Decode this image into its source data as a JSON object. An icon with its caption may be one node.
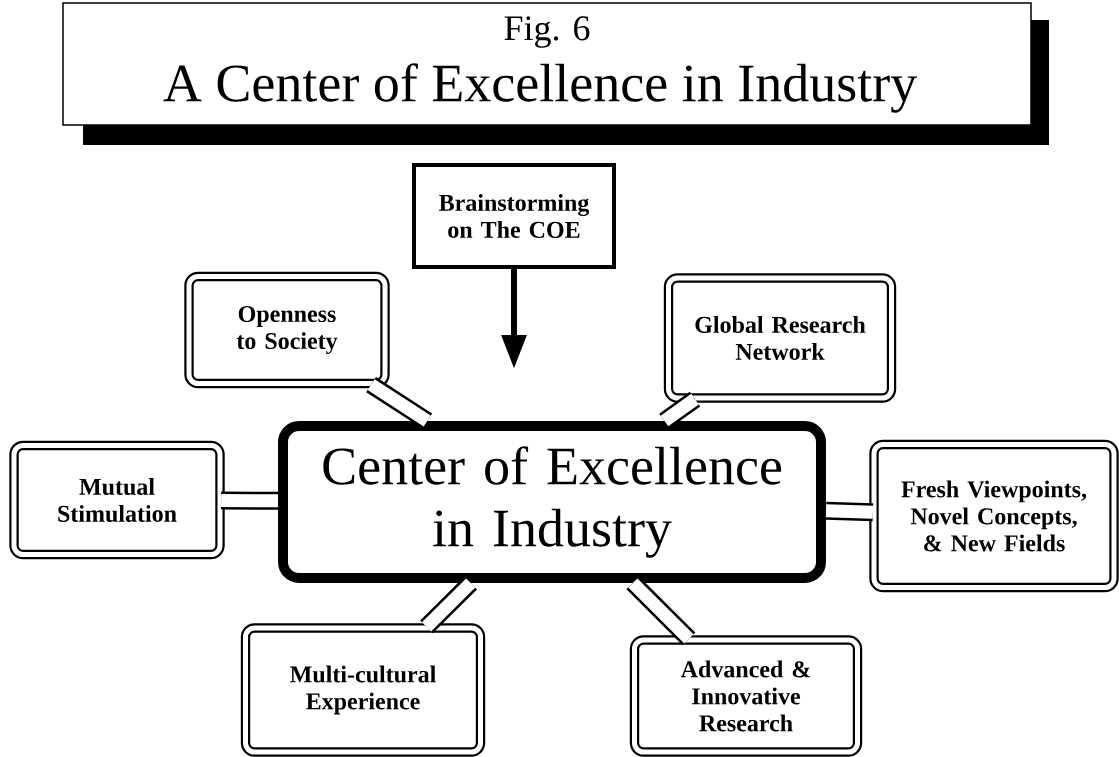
{
  "diagram": {
    "title": "A Center of Excellence in Industry",
    "nodes": [
      {
        "text": [
          "Brainstorming on The COE"
        ]
      },
      {
        "text": [
          "Openness to Society"
        ]
      },
      {
        "text": [
          "Global Research Network"
        ]
      },
      {
        "text": [
          "Mutual Stimulation"
        ]
      },
      {
        "text": [
          "Center of Excellence in Industry"
        ]
      },
      {
        "text": [
          "Fresh Viewpoints, Novel Concepts, & New Fields"
        ]
      },
      {
        "text": [
          "Multi-cultural Experience"
        ]
      },
      {
        "text": [
          "Advanced & Innovative Research"
        ]
      }
    ],
    "edges": [
      {
        "from": 0,
        "to": 4,
        "arrow": "to"
      },
      {
        "from": 1,
        "to": 4,
        "arrow": "none"
      },
      {
        "from": 2,
        "to": 4,
        "arrow": "none"
      },
      {
        "from": 3,
        "to": 4,
        "arrow": "none"
      },
      {
        "from": 5,
        "to": 4,
        "arrow": "none"
      },
      {
        "from": 6,
        "to": 4,
        "arrow": "none"
      },
      {
        "from": 7,
        "to": 4,
        "arrow": "none"
      }
    ],
    "labels": [
      "Fig. 6"
    ]
  }
}
